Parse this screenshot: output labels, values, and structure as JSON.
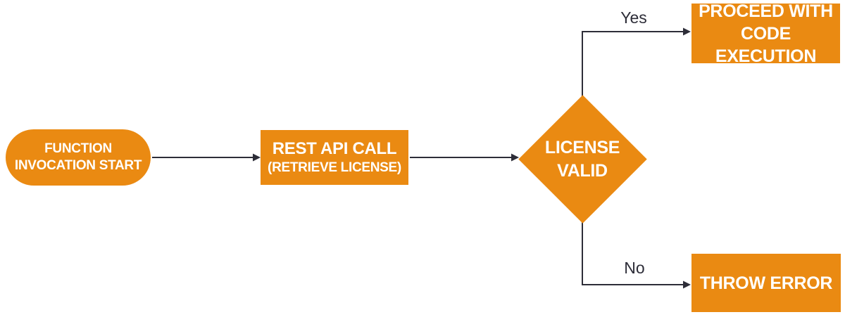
{
  "colors": {
    "node_fill": "#EA8A12",
    "connector": "#2D2D38",
    "node_text": "#FFFFFF",
    "label_text": "#2D2D38",
    "background": "#FFFFFF"
  },
  "nodes": {
    "start": {
      "lines": [
        "FUNCTION",
        "INVOCATION START"
      ]
    },
    "rest_api": {
      "lines": [
        "REST API CALL",
        "(RETRIEVE LICENSE)"
      ]
    },
    "license_valid": {
      "lines": [
        "LICENSE",
        "VALID"
      ]
    },
    "proceed": {
      "lines": [
        "PROCEED WITH",
        "CODE EXECUTION"
      ]
    },
    "throw_error": {
      "lines": [
        "THROW ERROR"
      ]
    }
  },
  "edges": [
    {
      "from": "start",
      "to": "rest_api",
      "label": ""
    },
    {
      "from": "rest_api",
      "to": "license_valid",
      "label": ""
    },
    {
      "from": "license_valid",
      "to": "proceed",
      "label": "Yes"
    },
    {
      "from": "license_valid",
      "to": "throw_error",
      "label": "No"
    }
  ]
}
